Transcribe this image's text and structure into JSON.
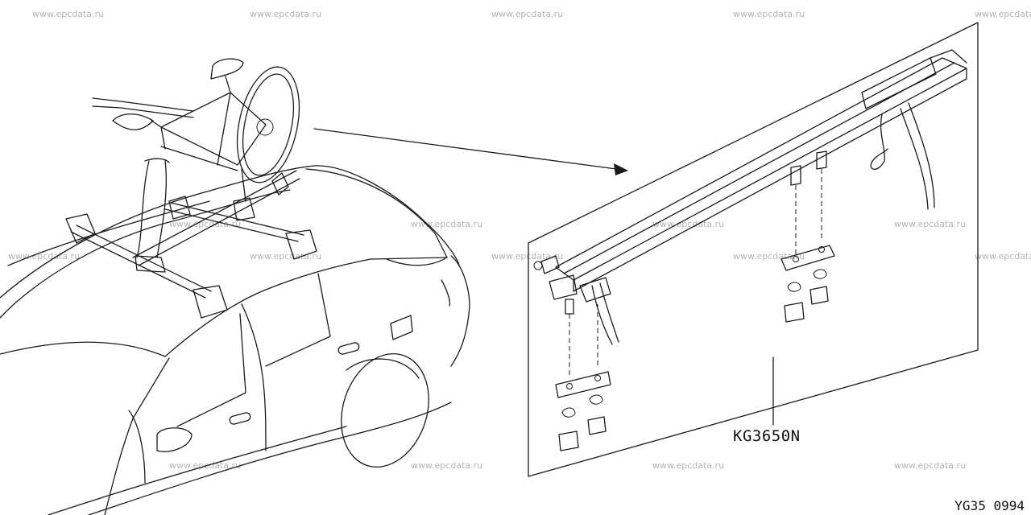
{
  "watermark": "www.epcdata.ru",
  "part_number": "KG3650N",
  "figure_code": "YG35 0994",
  "illustrations": {
    "car": "sedan-with-roof-bike-rack",
    "bicycle": "bicycle-mounted-on-roof",
    "detail": "bicycle-carrier-rail-exploded"
  }
}
